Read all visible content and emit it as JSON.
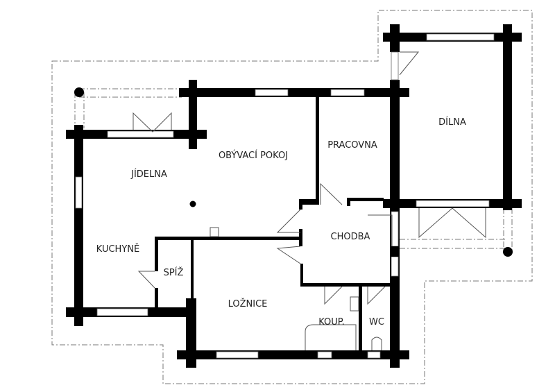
{
  "plan": {
    "rooms": {
      "jidelna": "JÍDELNA",
      "obyvaci_pokoj": "OBÝVACÍ POKOJ",
      "pracovna": "PRACOVNA",
      "dilna": "DÍLNA",
      "chodba": "CHODBA",
      "kuchyne": "KUCHYNĚ",
      "spiz": "SPÍŽ",
      "loznice": "LOŽNICE",
      "koupelna": "KOUP.",
      "wc": "WC"
    }
  }
}
